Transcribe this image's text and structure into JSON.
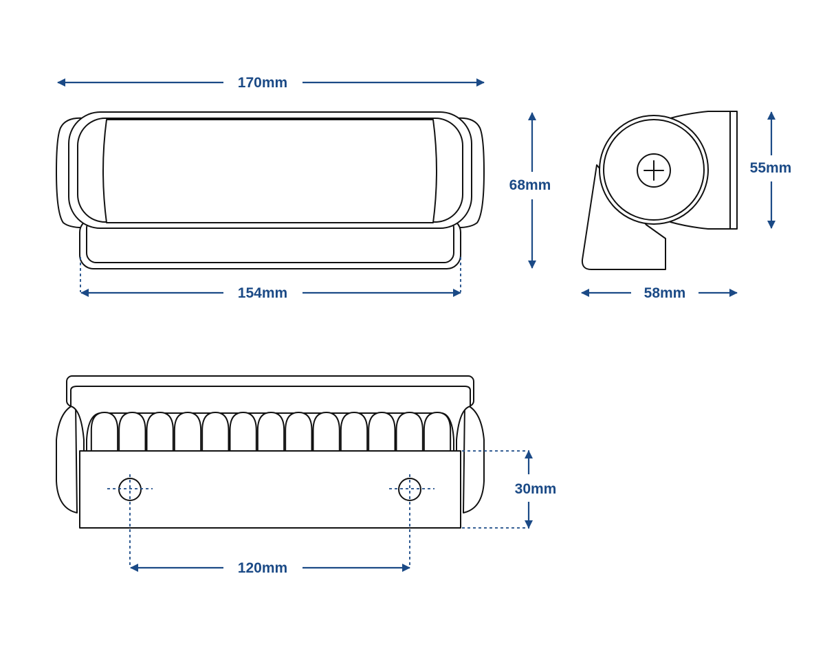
{
  "colors": {
    "dimension": "#1b4a86",
    "line": "#111111",
    "background": "#ffffff"
  },
  "dimensions": {
    "front_width": "170mm",
    "front_height": "68mm",
    "base_width": "154mm",
    "side_height": "55mm",
    "side_depth": "58mm",
    "mount_height": "30mm",
    "hole_spacing": "120mm"
  },
  "views": {
    "front": "front-view",
    "side": "side-view",
    "bottom": "bottom-view"
  },
  "led_count": 13
}
